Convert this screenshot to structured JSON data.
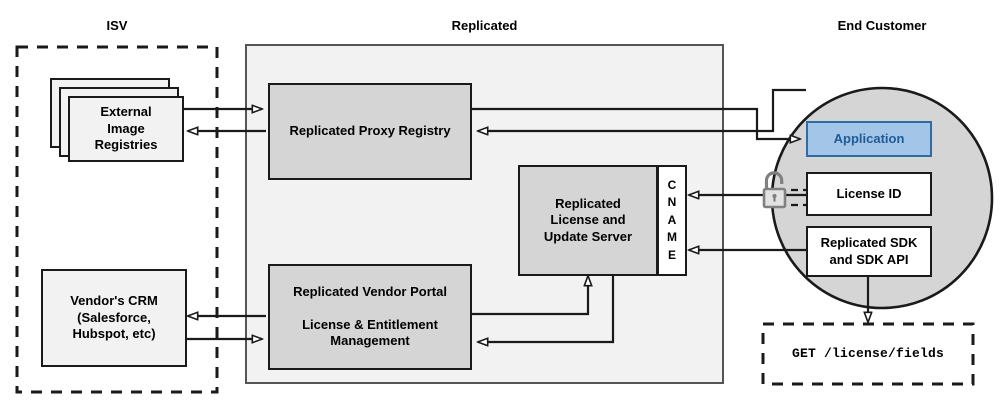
{
  "diagram": {
    "title_isv": "ISV",
    "title_replicated": "Replicated",
    "title_end_customer": "End Customer",
    "colors": {
      "node_gray": "#d5d5d5",
      "node_light": "#f2f2f2",
      "container_light": "#f2f2f2",
      "circle_gray": "#d5d5d5",
      "application_blue": "#a3c6e8",
      "application_border": "#2e6ca4",
      "application_text": "#1f5b94",
      "stroke": "#1a1a1a",
      "lock_gray": "#808080"
    },
    "zones": [
      {
        "name": "isv",
        "label": "ISV",
        "style": "dashed"
      },
      {
        "name": "replicated",
        "label": "Replicated",
        "style": "solid-filled"
      },
      {
        "name": "end-customer",
        "label": "End Customer",
        "style": "circle-filled"
      }
    ],
    "nodes": {
      "external_image_registries": {
        "label": "External\nImage\nRegistries",
        "lines": [
          "External",
          "Image",
          "Registries"
        ],
        "zone": "isv",
        "shape": "stacked-box"
      },
      "vendors_crm": {
        "label": "Vendor's CRM\n(Salesforce,\nHubspot, etc)",
        "lines": [
          "Vendor's CRM",
          "(Salesforce,",
          "Hubspot, etc)"
        ],
        "zone": "isv",
        "shape": "box"
      },
      "replicated_proxy_registry": {
        "label": "Replicated Proxy Registry",
        "lines": [
          "Replicated Proxy Registry"
        ],
        "zone": "replicated",
        "shape": "box"
      },
      "replicated_license_update_server": {
        "label": "Replicated\nLicense and\nUpdate Server",
        "lines": [
          "Replicated",
          "License and",
          "Update Server"
        ],
        "zone": "replicated",
        "shape": "box"
      },
      "cname": {
        "label": "CNAME",
        "letters": [
          "C",
          "N",
          "A",
          "M",
          "E"
        ],
        "zone": "replicated",
        "shape": "vertical-strip"
      },
      "replicated_vendor_portal": {
        "label": "Replicated Vendor Portal\n\nLicense & Entitlement\nManagement",
        "lines": [
          "Replicated Vendor Portal",
          "License & Entitlement",
          "Management"
        ],
        "zone": "replicated",
        "shape": "box"
      },
      "application": {
        "label": "Application",
        "lines": [
          "Application"
        ],
        "zone": "end-customer",
        "shape": "box",
        "highlight": true
      },
      "license_id": {
        "label": "License ID",
        "lines": [
          "License ID"
        ],
        "zone": "end-customer",
        "shape": "box"
      },
      "replicated_sdk": {
        "label": "Replicated SDK\nand SDK API",
        "lines": [
          "Replicated SDK",
          "and SDK API"
        ],
        "zone": "end-customer",
        "shape": "box"
      },
      "api_request": {
        "label": "GET /license/fields",
        "lines": [
          "GET /license/fields"
        ],
        "zone": "end-customer",
        "shape": "dashed-box",
        "monospace": true
      },
      "unlock": {
        "label": "unlock-icon",
        "shape": "icon"
      }
    },
    "edges": [
      {
        "from": "external_image_registries",
        "to": "replicated_proxy_registry",
        "direction": "right"
      },
      {
        "from": "replicated_proxy_registry",
        "to": "external_image_registries",
        "direction": "left"
      },
      {
        "from": "replicated_proxy_registry",
        "to": "application",
        "direction": "right"
      },
      {
        "from": "application",
        "to": "replicated_proxy_registry",
        "direction": "left"
      },
      {
        "from": "license_id",
        "to": "cname",
        "direction": "left"
      },
      {
        "from": "replicated_sdk",
        "to": "cname",
        "direction": "left"
      },
      {
        "from": "replicated_vendor_portal",
        "to": "replicated_license_update_server",
        "direction": "up"
      },
      {
        "from": "replicated_license_update_server",
        "to": "replicated_vendor_portal",
        "direction": "left"
      },
      {
        "from": "replicated_vendor_portal",
        "to": "vendors_crm",
        "direction": "left"
      },
      {
        "from": "vendors_crm",
        "to": "replicated_vendor_portal",
        "direction": "right"
      },
      {
        "from": "replicated_sdk",
        "to": "api_request",
        "direction": "down"
      }
    ]
  }
}
